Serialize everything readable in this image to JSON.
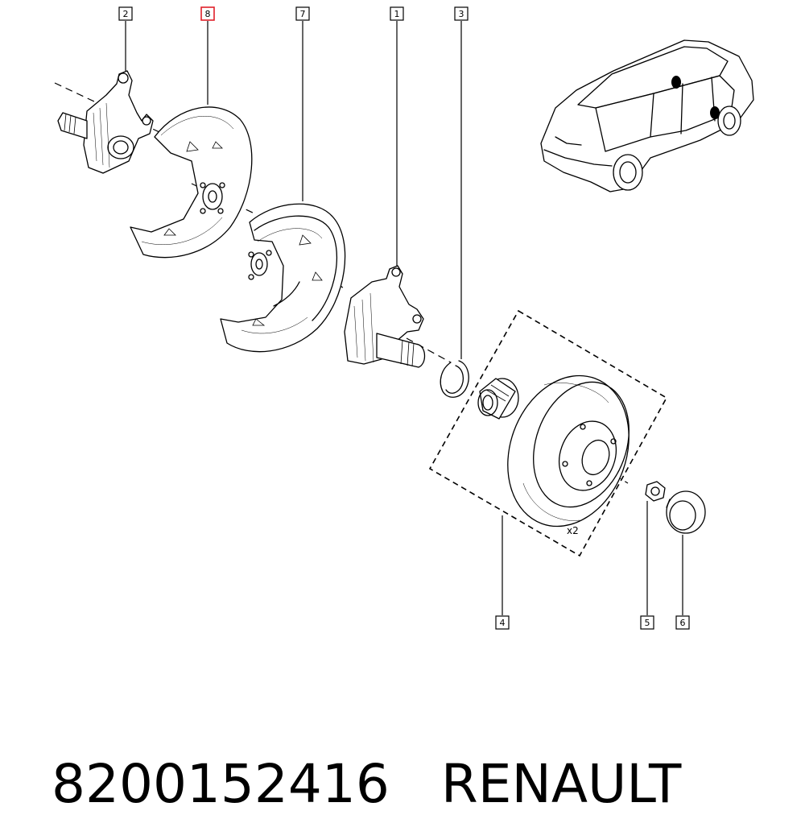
{
  "callouts": {
    "c2": "2",
    "c8": "8",
    "c7": "7",
    "c1": "1",
    "c3": "3",
    "c4": "4",
    "c5": "5",
    "c6": "6"
  },
  "quantity_label": "x2",
  "footer": {
    "part_number": "8200152416",
    "brand": "RENAULT"
  },
  "colors": {
    "highlight": "#e0202a",
    "line": "#000000"
  }
}
